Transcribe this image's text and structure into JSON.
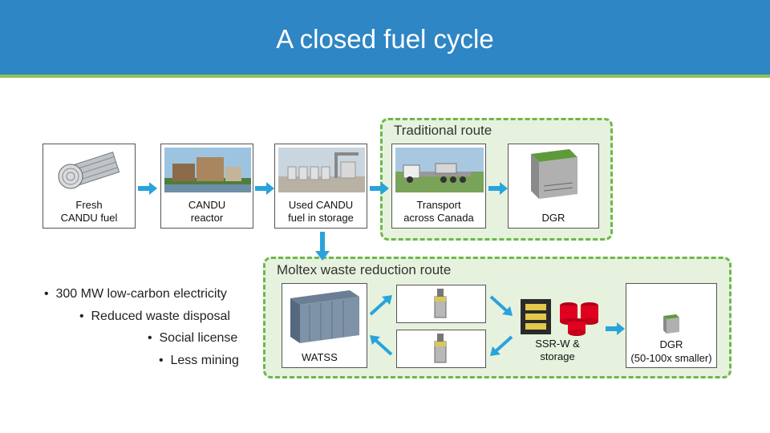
{
  "title": "A closed fuel cycle",
  "traditional_route": {
    "label": "Traditional route"
  },
  "moltex_route": {
    "label": "Moltex waste reduction route"
  },
  "steps": {
    "fresh_fuel": "Fresh\nCANDU fuel",
    "candu_reactor": "CANDU\nreactor",
    "used_fuel": "Used CANDU\nfuel in storage",
    "transport": "Transport\nacross Canada",
    "dgr": "DGR",
    "watss": "WATSS",
    "ssr_storage": "SSR-W &\nstorage",
    "dgr_small_title": "DGR",
    "dgr_small_note": "(50-100x smaller)"
  },
  "benefits": [
    "300 MW low-carbon electricity",
    "Reduced waste disposal",
    "Social license",
    "Less mining"
  ],
  "colors": {
    "header": "#2e86c4",
    "accent_green": "#6cb84a",
    "arrow_blue": "#29a3dc"
  }
}
